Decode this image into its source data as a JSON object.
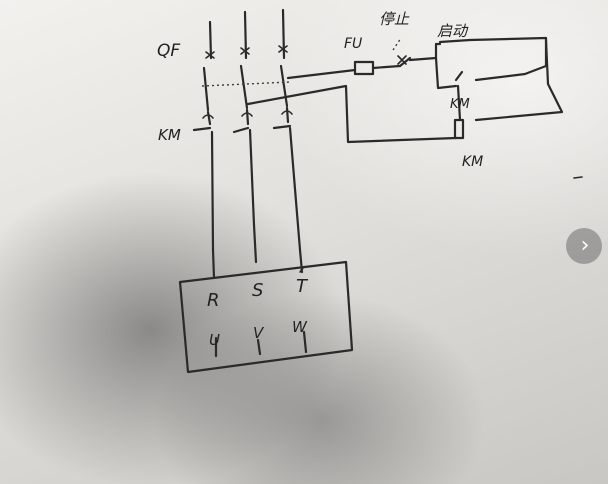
{
  "diagram": {
    "labels": {
      "breaker": "QF",
      "contactor_main": "KM",
      "fuse": "FU",
      "stop_button": "停止",
      "start_button": "启动",
      "holding_contact": "KM",
      "coil": "KM",
      "terminal_r": "R",
      "terminal_s": "S",
      "terminal_t": "T",
      "terminal_u": "U",
      "terminal_v": "V",
      "terminal_w": "W"
    }
  },
  "viewer": {
    "next_glyph": "›"
  },
  "colors": {
    "ink": "#2a2a2a",
    "paper": "#e9e7e3",
    "nav_button": "#6e6e6e"
  }
}
